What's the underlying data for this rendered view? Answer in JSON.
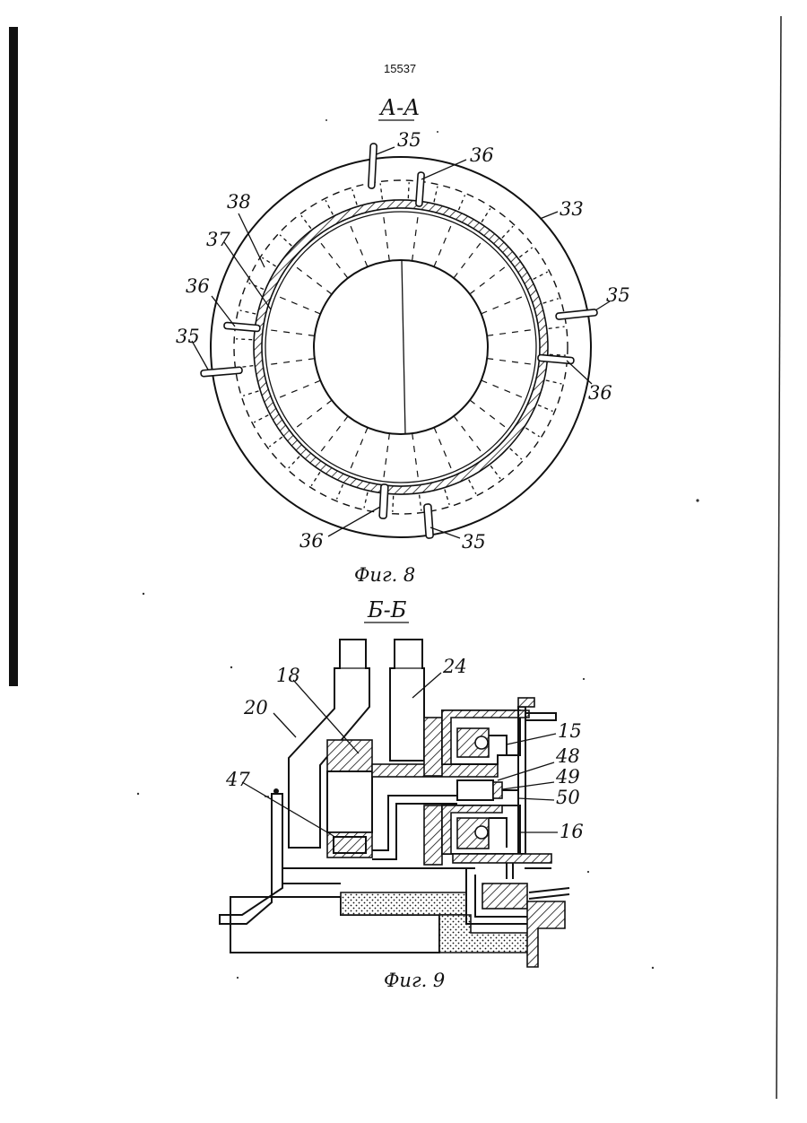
{
  "page_number": "15537",
  "fig8": {
    "section_title": "А-А",
    "caption": "Фиг. 8",
    "labels": {
      "l35_top": "35",
      "l36_top": "36",
      "l33": "33",
      "l38": "38",
      "l37": "37",
      "l36_left": "36",
      "l35_left": "35",
      "l35_right": "35",
      "l36_right": "36",
      "l36_bottom": "36",
      "l35_bottom": "35"
    }
  },
  "fig9": {
    "section_title": "Б-Б",
    "caption": "Фиг. 9",
    "labels": {
      "l18": "18",
      "l24": "24",
      "l20": "20",
      "l15": "15",
      "l48": "48",
      "l49": "49",
      "l50": "50",
      "l47": "47",
      "l16": "16"
    }
  }
}
